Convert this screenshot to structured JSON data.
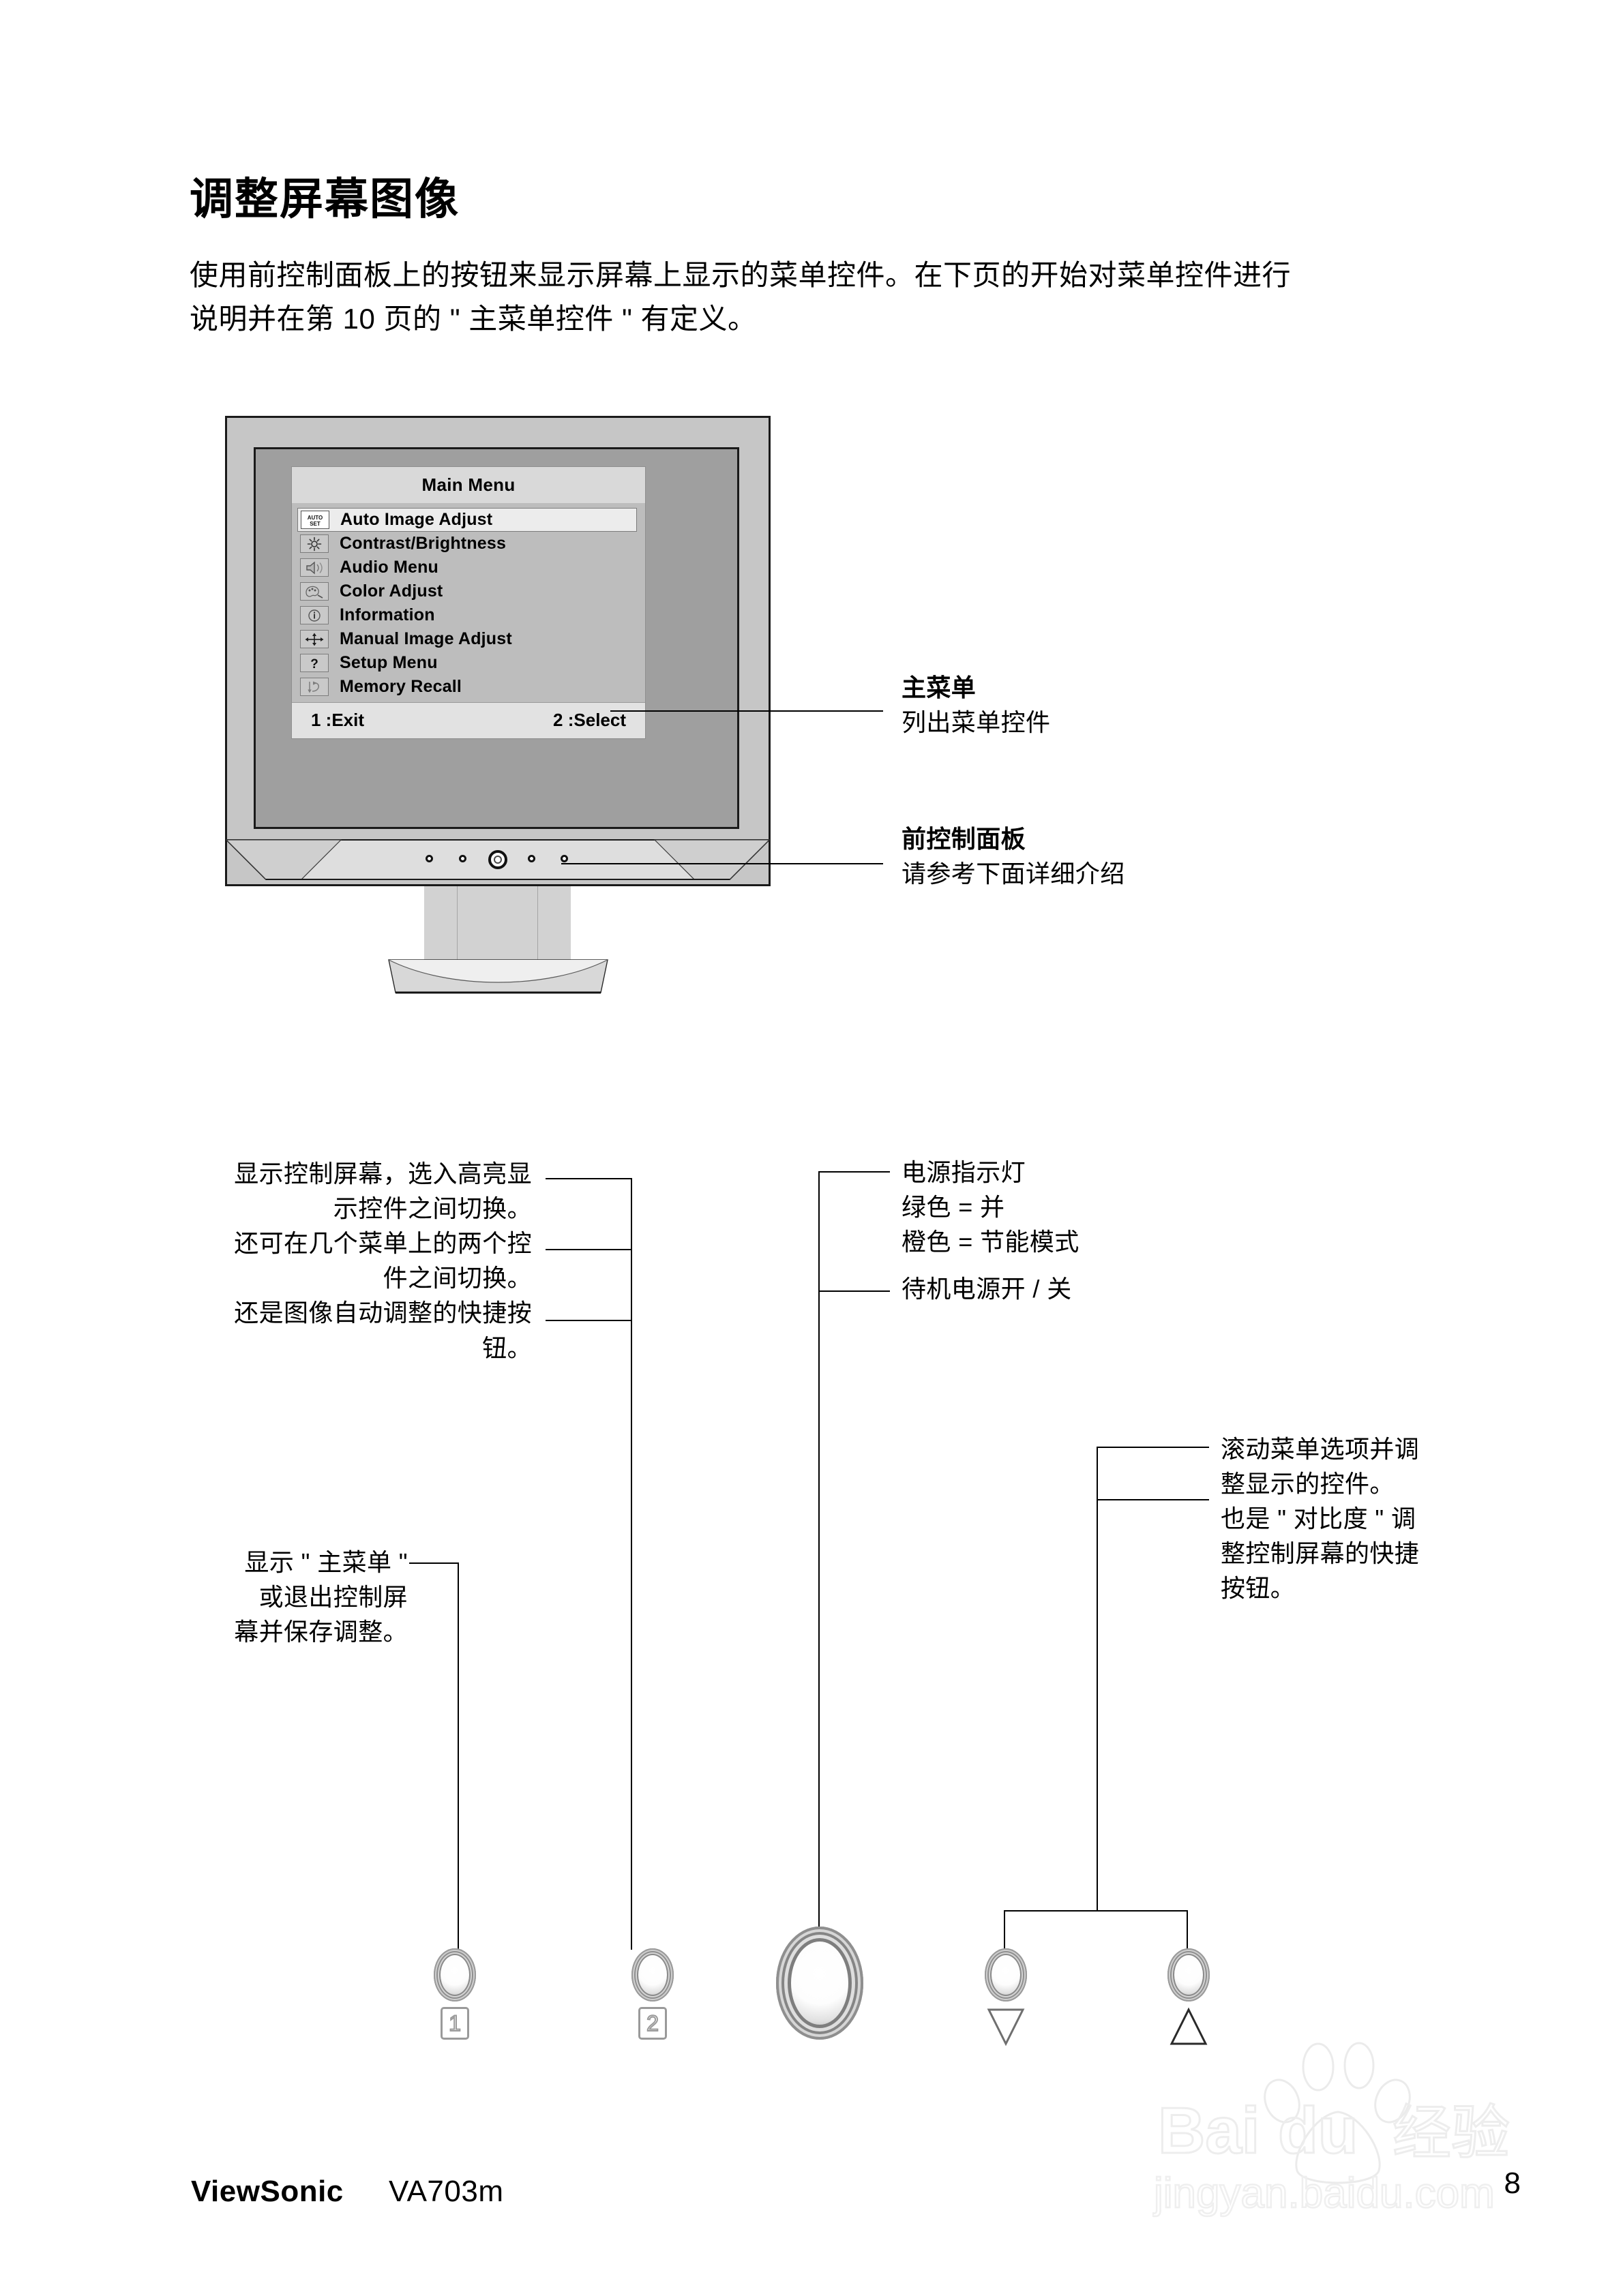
{
  "heading": "调整屏幕图像",
  "intro": {
    "line1": "使用前控制面板上的按钮来显示屏幕上显示的菜单控件。在下页的开始对菜单控件进行",
    "line2": "说明并在第 10 页的 \" 主菜单控件 \" 有定义。"
  },
  "osd": {
    "title": "Main Menu",
    "items": [
      {
        "icon": "auto-set-icon",
        "label": "Auto Image Adjust",
        "selected": true
      },
      {
        "icon": "brightness-icon",
        "label": "Contrast/Brightness",
        "selected": false
      },
      {
        "icon": "speaker-icon",
        "label": "Audio Menu",
        "selected": false
      },
      {
        "icon": "color-palette-icon",
        "label": "Color Adjust",
        "selected": false
      },
      {
        "icon": "information-icon",
        "label": "Information",
        "selected": false
      },
      {
        "icon": "four-arrows-icon",
        "label": "Manual Image Adjust",
        "selected": false
      },
      {
        "icon": "question-mark-icon",
        "label": "Setup Menu",
        "selected": false
      },
      {
        "icon": "memory-recall-icon",
        "label": "Memory Recall",
        "selected": false
      }
    ],
    "footer_left": "1 :Exit",
    "footer_right": "2 :Select"
  },
  "callouts": {
    "main_menu": {
      "heading": "主菜单",
      "body": "列出菜单控件"
    },
    "front_panel": {
      "heading": "前控制面板",
      "body": "请参考下面详细介绍"
    },
    "button2": {
      "line1": "显示控制屏幕，选入高亮显",
      "line2": "示控件之间切换。",
      "line3": "还可在几个菜单上的两个控",
      "line4": "件之间切换。",
      "line5": "还是图像自动调整的快捷按",
      "line6": "钮。"
    },
    "button1": {
      "line1": "显示 \" 主菜单 \"",
      "line2": "或退出控制屏",
      "line3": "幕并保存调整。"
    },
    "power": {
      "line1": "电源指示灯",
      "line2": "绿色 = 并",
      "line3": "橙色 = 节能模式",
      "line4": "待机电源开 / 关"
    },
    "arrows": {
      "line1": "滚动菜单选项并调",
      "line2": "整显示的控件。",
      "line3": "也是 \" 对比度 \" 调",
      "line4": "整控制屏幕的快捷",
      "line5": "按钮。"
    }
  },
  "buttons": {
    "b1_label": "1",
    "b2_label": "2",
    "power_label": "power-button",
    "down_label": "down-arrow",
    "up_label": "up-arrow"
  },
  "footer": {
    "brand": "ViewSonic",
    "model": "VA703m",
    "page": "8"
  },
  "watermark": {
    "line1": "Baidu 经验",
    "line2": "jingyan.baidu.com"
  }
}
